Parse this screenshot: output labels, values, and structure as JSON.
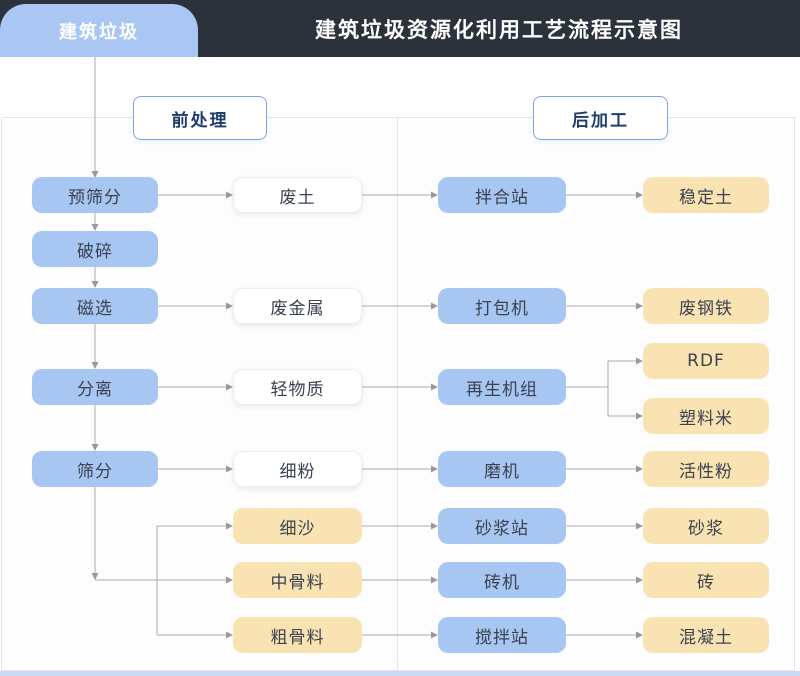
{
  "header": {
    "tab": "建筑垃圾",
    "title": "建筑垃圾资源化利用工艺流程示意图"
  },
  "sections": {
    "pre": "前处理",
    "post": "后加工"
  },
  "nodes": {
    "pre_screening": "预筛分",
    "crushing": "破碎",
    "magnetic_separation": "磁选",
    "separation": "分离",
    "screening": "筛分",
    "waste_soil": "废土",
    "waste_metal": "废金属",
    "light_material": "轻物质",
    "fine_powder": "细粉",
    "fine_sand": "细沙",
    "medium_aggregate": "中骨料",
    "coarse_aggregate": "粗骨料",
    "mixing_plant": "拌合站",
    "baler": "打包机",
    "recycling_unit": "再生机组",
    "mill": "磨机",
    "mortar_plant": "砂浆站",
    "brick_machine": "砖机",
    "batching_plant": "搅拌站",
    "stabilized_soil": "稳定土",
    "scrap_steel": "废钢铁",
    "rdf": "RDF",
    "plastic_pellets": "塑料米",
    "active_powder": "活性粉",
    "mortar": "砂浆",
    "brick": "砖",
    "concrete": "混凝土"
  },
  "colors": {
    "header_bg": "#2c323b",
    "process_blue": "#a7c6f1",
    "product_yellow": "#fae3b3",
    "section_border_blue": "#7da7e1",
    "connector_gray": "#a6aab2",
    "bottom_strip_blue": "#cbdaf2"
  }
}
